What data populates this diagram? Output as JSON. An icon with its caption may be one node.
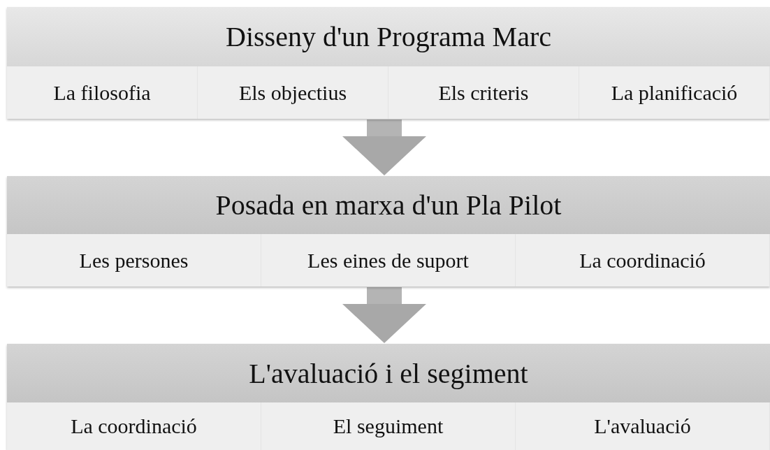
{
  "diagram": {
    "nodes": [
      {
        "text": [
          "Disseny d'un Programa Marc"
        ]
      },
      {
        "text": [
          "La filosofia"
        ],
        "in": 0
      },
      {
        "text": [
          "Els objectius"
        ],
        "in": 0
      },
      {
        "text": [
          "Els criteris"
        ],
        "in": 0
      },
      {
        "text": [
          "La planificació"
        ],
        "in": 0
      },
      {
        "text": [
          "Posada en marxa d'un Pla Pilot"
        ]
      },
      {
        "text": [
          "Les persones"
        ],
        "in": 5
      },
      {
        "text": [
          "Les eines de suport"
        ],
        "in": 5
      },
      {
        "text": [
          "La coordinació"
        ],
        "in": 5
      },
      {
        "text": [
          "L'avaluació i el segiment"
        ]
      },
      {
        "text": [
          "La coordinació"
        ],
        "in": 9
      },
      {
        "text": [
          "El seguiment"
        ],
        "in": 9
      },
      {
        "text": [
          "L'avaluació"
        ],
        "in": 9
      }
    ],
    "edges": [
      {
        "from": 0,
        "to": 5,
        "arrow": "to"
      },
      {
        "from": 5,
        "to": 9,
        "arrow": "to"
      }
    ]
  }
}
